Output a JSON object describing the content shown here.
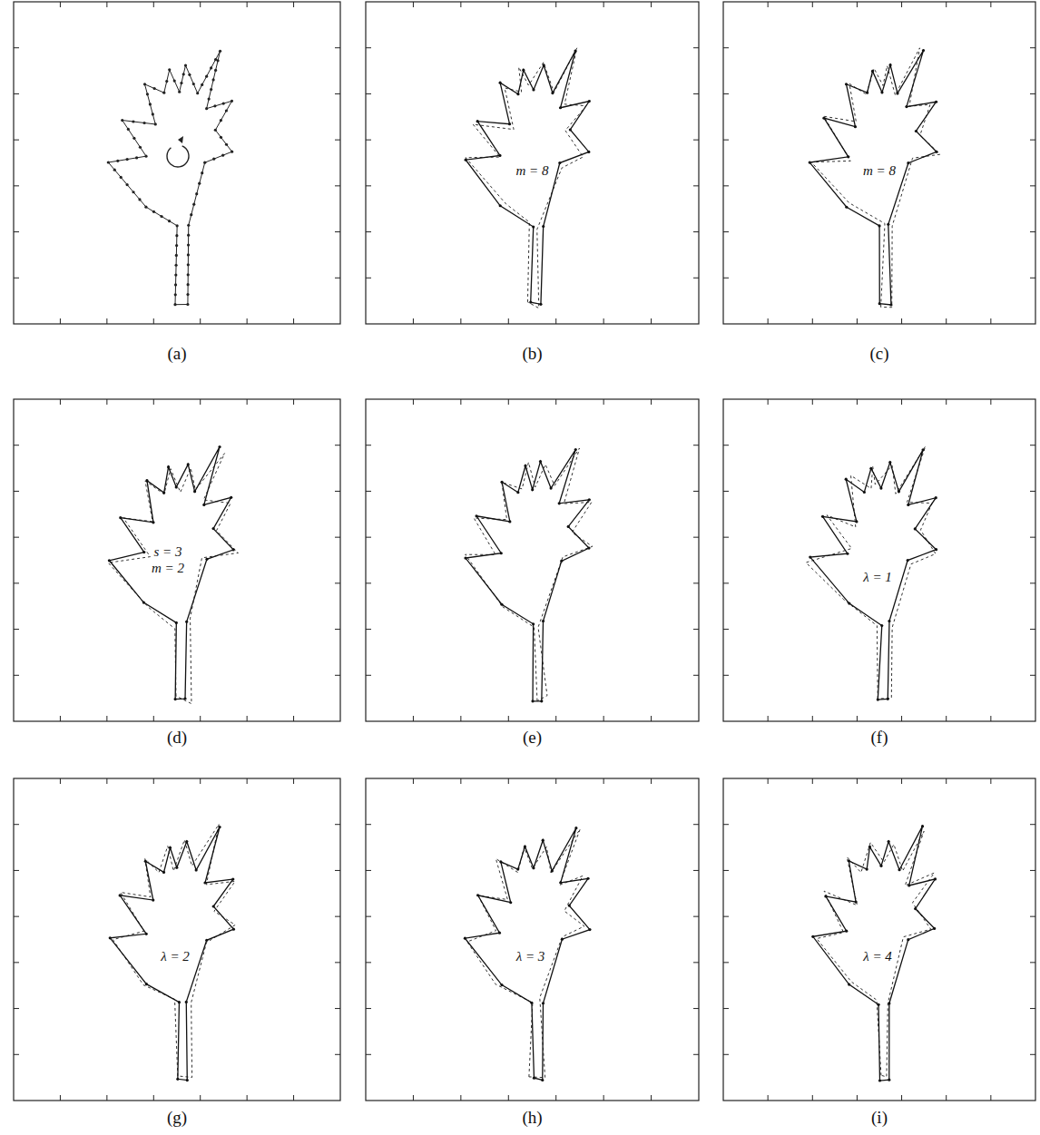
{
  "diagram": {
    "labels": [
      "(a)",
      "(b)",
      "(c)",
      "(d)",
      "(e)",
      "(f)",
      "(g)",
      "(h)",
      "(i)",
      "m = 8",
      "m = 8",
      "s = 3",
      "m = 2",
      "λ = 1",
      "λ = 2",
      "λ = 3",
      "λ = 4"
    ]
  }
}
